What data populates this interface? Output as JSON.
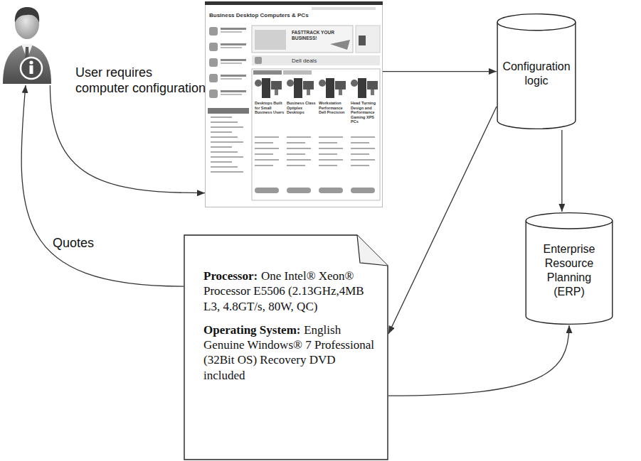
{
  "diagram": {
    "nodes": [
      {
        "text": [
          "User requires computer configuration"
        ]
      },
      {
        "text": [
          "Business Desktop Computers & PCs",
          "FASTTRACK YOUR BUSINESS!",
          "Dell deals",
          "Desktops Built for Small Business Users",
          "Business Class Optiplex Desktops",
          "Workstation Performance Dell Precision",
          "Head Turning Design and Performance Gaming XPS PCs"
        ]
      },
      {
        "text": [
          "Configuration logic"
        ]
      },
      {
        "text": [
          "Enterprise Resource Planning (ERP)"
        ]
      },
      {
        "text": [
          "Processor:",
          "One Intel® Xeon® Processor E5506 (2.13GHz,4MB L3, 4.8GT/s, 80W, QC)",
          "Operating System:",
          "English Genuine Windows® 7 Professional (32Bit OS) Recovery DVD included"
        ]
      }
    ],
    "edges": [
      {
        "from": 0,
        "to": 1,
        "arrow": "to"
      },
      {
        "from": 1,
        "to": 2,
        "arrow": "to"
      },
      {
        "from": 2,
        "to": 4,
        "arrow": "to"
      },
      {
        "from": 2,
        "to": 3,
        "arrow": "to"
      },
      {
        "from": 4,
        "to": 3,
        "arrow": "to"
      },
      {
        "from": 4,
        "to": 0,
        "label": "Quotes",
        "arrow": "to"
      }
    ]
  }
}
